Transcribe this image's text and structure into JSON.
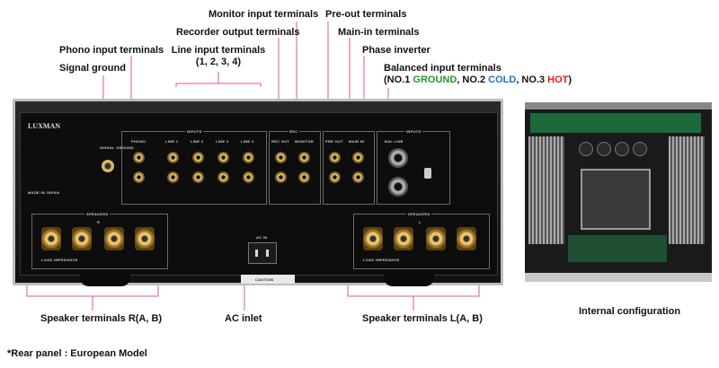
{
  "labels": {
    "monitor_input": "Monitor input terminals",
    "pre_out": "Pre-out terminals",
    "recorder_output": "Recorder output terminals",
    "main_in": "Main-in terminals",
    "phono_input": "Phono input terminals",
    "line_input": "Line input terminals",
    "line_input_sub": "(1, 2, 3, 4)",
    "phase_inverter": "Phase inverter",
    "signal_ground": "Signal ground",
    "balanced_input": "Balanced input terminals",
    "balanced_prefix": "(NO.1 ",
    "balanced_ground": "GROUND",
    "balanced_mid1": ", NO.2 ",
    "balanced_cold": "COLD",
    "balanced_mid2": ", NO.3 ",
    "balanced_hot": "HOT",
    "balanced_suffix": ")",
    "speaker_r": "Speaker terminals R(A, B)",
    "ac_inlet": "AC inlet",
    "speaker_l": "Speaker terminals L(A, B)",
    "internal_config": "Internal configuration",
    "footnote": "*Rear panel : European Model"
  },
  "panel": {
    "brand": "LUXMAN",
    "inputs": "INPUTS",
    "rec": "REC",
    "inputs_right": "INPUTS",
    "phono": "PHONO",
    "line1": "LINE 1",
    "line2": "LINE 2",
    "line3": "LINE 3",
    "line4": "LINE 4",
    "rec_out": "REC OUT",
    "monitor": "MONITOR",
    "pre_out": "PRE OUT",
    "main_in": "MAIN IN",
    "bal_line": "BAL LINE",
    "signal_ground": "SIGNAL GROUND",
    "made_in": "MADE IN JAPAN",
    "speakers_r": "SPEAKERS",
    "speakers_l": "SPEAKERS",
    "r": "R",
    "l": "L",
    "load_r": "LOAD IMPEDANCE",
    "load_l": "LOAD IMPEDANCE",
    "ac_in": "AC IN",
    "caution": "CAUTION"
  },
  "colors": {
    "ground": "#1e9b2a",
    "cold": "#1f6fd1",
    "hot": "#e01b1b",
    "leader": "#e0569a"
  }
}
